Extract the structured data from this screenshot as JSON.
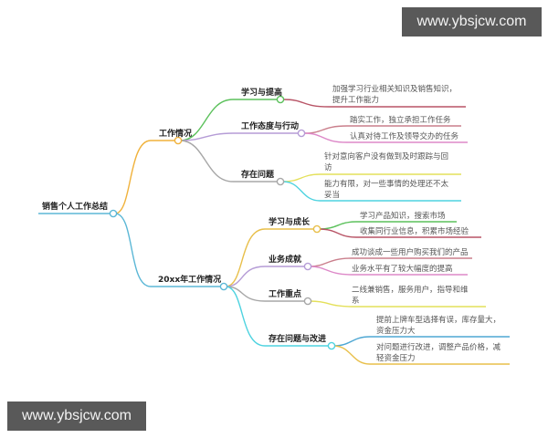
{
  "watermarks": {
    "top_right": "www.ybsjcw.com",
    "bottom_left": "www.ybsjcw.com"
  },
  "colors": {
    "root": "#5bb7d6",
    "orange": "#f0b23c",
    "green": "#5cc15c",
    "purple": "#b59cd6",
    "gray": "#a7a7a7",
    "red": "#b85466",
    "pink": "#dd88c8",
    "yellow": "#e4e05a",
    "cyan": "#4fd3e0",
    "blue": "#4ea7d3",
    "gold": "#e8bf4a"
  },
  "mindmap": {
    "root": "销售个人工作总结",
    "branches": [
      {
        "label": "工作情况",
        "children": [
          {
            "label": "学习与提高",
            "leaves": [
              "加强学习行业相关知识及销售知识，提升工作能力"
            ]
          },
          {
            "label": "工作态度与行动",
            "leaves": [
              "踏实工作，独立承担工作任务",
              "认真对待工作及领导交办的任务"
            ]
          },
          {
            "label": "存在问题",
            "leaves": [
              "针对意向客户没有做到及时跟踪与回访",
              "能力有限，对一些事情的处理还不太妥当"
            ]
          }
        ]
      },
      {
        "label": "20xx年工作情况",
        "children": [
          {
            "label": "学习与成长",
            "leaves": [
              "学习产品知识，搜索市场",
              "收集同行业信息，积累市场经验"
            ]
          },
          {
            "label": "业务成就",
            "leaves": [
              "成功谈成一些用户购买我们的产品",
              "业务水平有了较大幅度的提高"
            ]
          },
          {
            "label": "工作重点",
            "leaves": [
              "二线兼销售，服务用户，指导和维系"
            ]
          },
          {
            "label": "存在问题与改进",
            "leaves": [
              "提前上牌车型选择有误，库存量大，资金压力大",
              "对问题进行改进，调整产品价格，减轻资金压力"
            ]
          }
        ]
      }
    ]
  }
}
